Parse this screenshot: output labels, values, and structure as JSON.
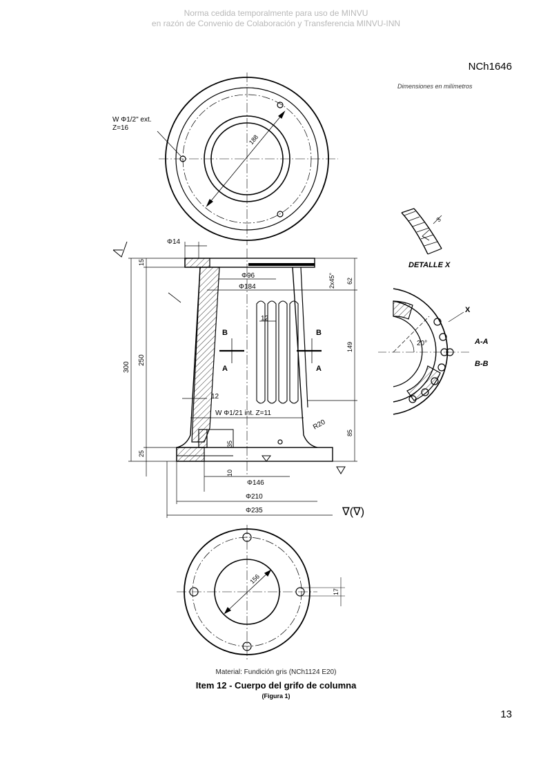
{
  "watermark": {
    "line1": "Norma cedida temporalmente para uso de MINVU",
    "line2": "en razón de Convenio de Colaboración y Transferencia MINVU-INN"
  },
  "header": {
    "doc_id": "NCh1646"
  },
  "drawing": {
    "units_note": "Dimensiones en milímetros",
    "top_view": {
      "hole_label": "W Φ1/2\" ext.",
      "hole_count": "Z=16",
      "dia": "188"
    },
    "detail": {
      "title": "DETALLE X",
      "dim": "3"
    },
    "section": {
      "d14": "Φ14",
      "d96": "Φ96",
      "d184": "Φ184",
      "d146": "Φ146",
      "d210": "Φ210",
      "d235": "Φ235",
      "h15": "15",
      "h300": "300",
      "h250": "250",
      "h25": "25",
      "h10": "10",
      "h35": "35",
      "h62": "62",
      "chamfer": "2x45°",
      "h149": "149",
      "h85": "85",
      "r20": "R20",
      "w12a": "12",
      "w12b": "12",
      "thread": "W Φ1/21 int.  Z=11",
      "B1": "B",
      "A1": "A",
      "B2": "B",
      "A2": "A"
    },
    "side": {
      "X": "X",
      "angle": "20°",
      "AA": "A-A",
      "BB": "B-B"
    },
    "roughness": "∇(∇)",
    "bottom_view": {
      "dia": "156",
      "dim": "17"
    }
  },
  "caption": {
    "material": "Material: Fundición gris (NCh1124 E20)",
    "title": "Item 12 - Cuerpo del grifo de columna",
    "figure": "(Figura 1)"
  },
  "footer": {
    "page": "13"
  }
}
